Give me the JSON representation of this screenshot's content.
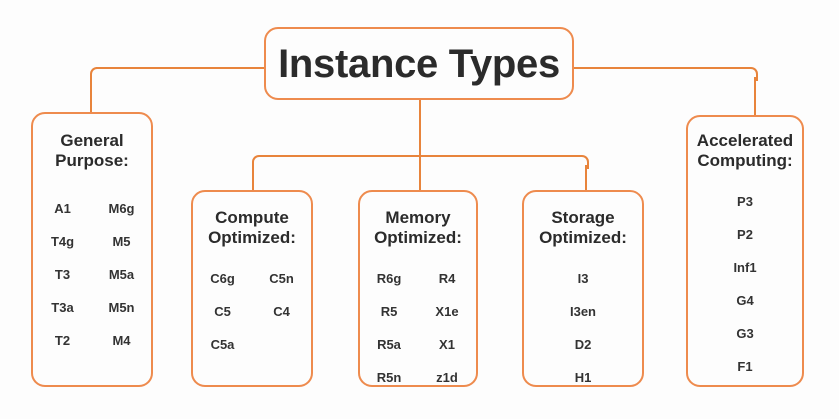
{
  "diagram": {
    "root": {
      "label": "Instance Types"
    },
    "branches": [
      {
        "id": "general-purpose",
        "heading": "General\nPurpose:",
        "columns": 2,
        "rows": [
          [
            "A1",
            "M6g"
          ],
          [
            "T4g",
            "M5"
          ],
          [
            "T3",
            "M5a"
          ],
          [
            "T3a",
            "M5n"
          ],
          [
            "T2",
            "M4"
          ]
        ]
      },
      {
        "id": "compute-optimized",
        "heading": "Compute\nOptimized:",
        "columns": 2,
        "rows": [
          [
            "C6g",
            "C5n"
          ],
          [
            "C5",
            "C4"
          ],
          [
            "C5a",
            ""
          ]
        ]
      },
      {
        "id": "memory-optimized",
        "heading": "Memory\nOptimized:",
        "columns": 2,
        "rows": [
          [
            "R6g",
            "R4"
          ],
          [
            "R5",
            "X1e"
          ],
          [
            "R5a",
            "X1"
          ],
          [
            "R5n",
            "z1d"
          ]
        ]
      },
      {
        "id": "storage-optimized",
        "heading": "Storage\nOptimized:",
        "columns": 1,
        "rows": [
          [
            "I3"
          ],
          [
            "I3en"
          ],
          [
            "D2"
          ],
          [
            "H1"
          ]
        ]
      },
      {
        "id": "accelerated-computing",
        "heading": "Accelerated\nComputing:",
        "columns": 1,
        "rows": [
          [
            "P3"
          ],
          [
            "P2"
          ],
          [
            "Inf1"
          ],
          [
            "G4"
          ],
          [
            "G3"
          ],
          [
            "F1"
          ]
        ]
      }
    ],
    "colors": {
      "accent": "#ee8b4e",
      "connector": "#e8843c",
      "text": "#2b2b2b",
      "background": "#fdfdfd"
    }
  }
}
